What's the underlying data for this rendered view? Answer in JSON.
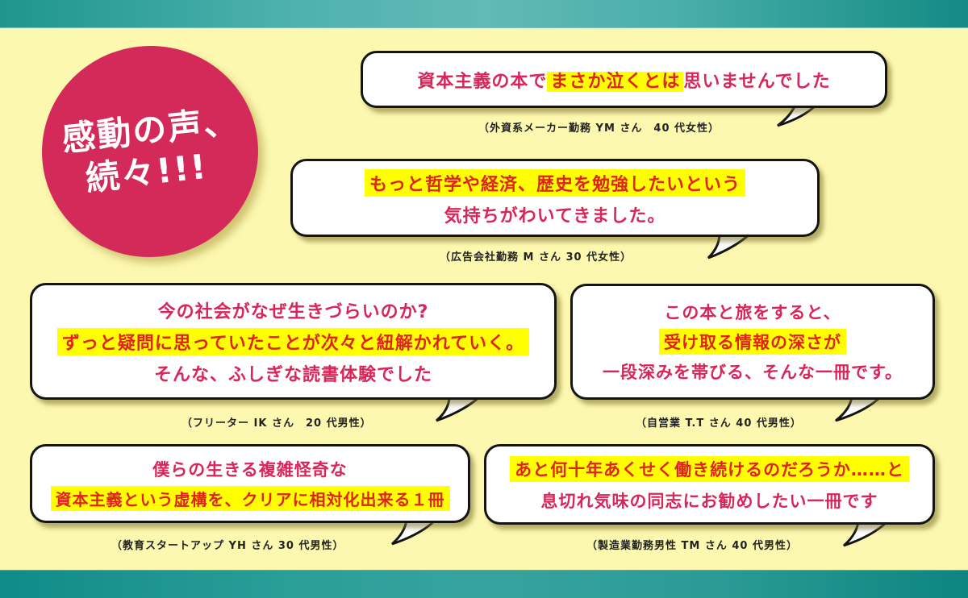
{
  "header_band": {
    "color_left": "#1e958f",
    "color_center": "#62b9b5"
  },
  "badge": {
    "line1": "感動の声、",
    "line2": "続々!!!",
    "color": "#d42a5a"
  },
  "colors": {
    "background": "#fdf8b0",
    "text": "#d8265a",
    "highlight_text": "#e0231c",
    "highlight_bg": "#ffff00"
  },
  "testimonials": [
    {
      "lines": [
        {
          "pre": "資本主義の本で",
          "hl": "まさか泣くとは",
          "post": "思いませんでした"
        }
      ],
      "author": "（外資系メーカー勤務 YM さん　40 代女性）"
    },
    {
      "lines": [
        {
          "hl_full": "もっと哲学や経済、歴史を勉強したいという"
        },
        {
          "text": "気持ちがわいてきました。"
        }
      ],
      "author": "（広告会社勤務 M さん 30 代女性）"
    },
    {
      "lines": [
        {
          "text": "今の社会がなぜ生きづらいのか?"
        },
        {
          "hl_full": "ずっと疑問に思っていたことが次々と紐解かれていく。"
        },
        {
          "text": "そんな、ふしぎな読書体験でした"
        }
      ],
      "author": "（フリーター IK さん　20 代男性）"
    },
    {
      "lines": [
        {
          "text": "この本と旅をすると、"
        },
        {
          "hl_full": "受け取る情報の深さが"
        },
        {
          "text": "一段深みを帯びる、そんな一冊です。"
        }
      ],
      "author": "（自営業 T.T さん 40 代男性）"
    },
    {
      "lines": [
        {
          "text": "僕らの生きる複雑怪奇な"
        },
        {
          "hl_full": "資本主義という虚構を、クリアに相対化出来る１冊"
        }
      ],
      "author": "（教育スタートアップ YH さん 30 代男性）"
    },
    {
      "lines": [
        {
          "hl_full": "あと何十年あくせく働き続けるのだろうか……と"
        },
        {
          "text": "息切れ気味の同志にお勧めしたい一冊です"
        }
      ],
      "author": "（製造業勤務男性 TM さん 40 代男性）"
    }
  ]
}
